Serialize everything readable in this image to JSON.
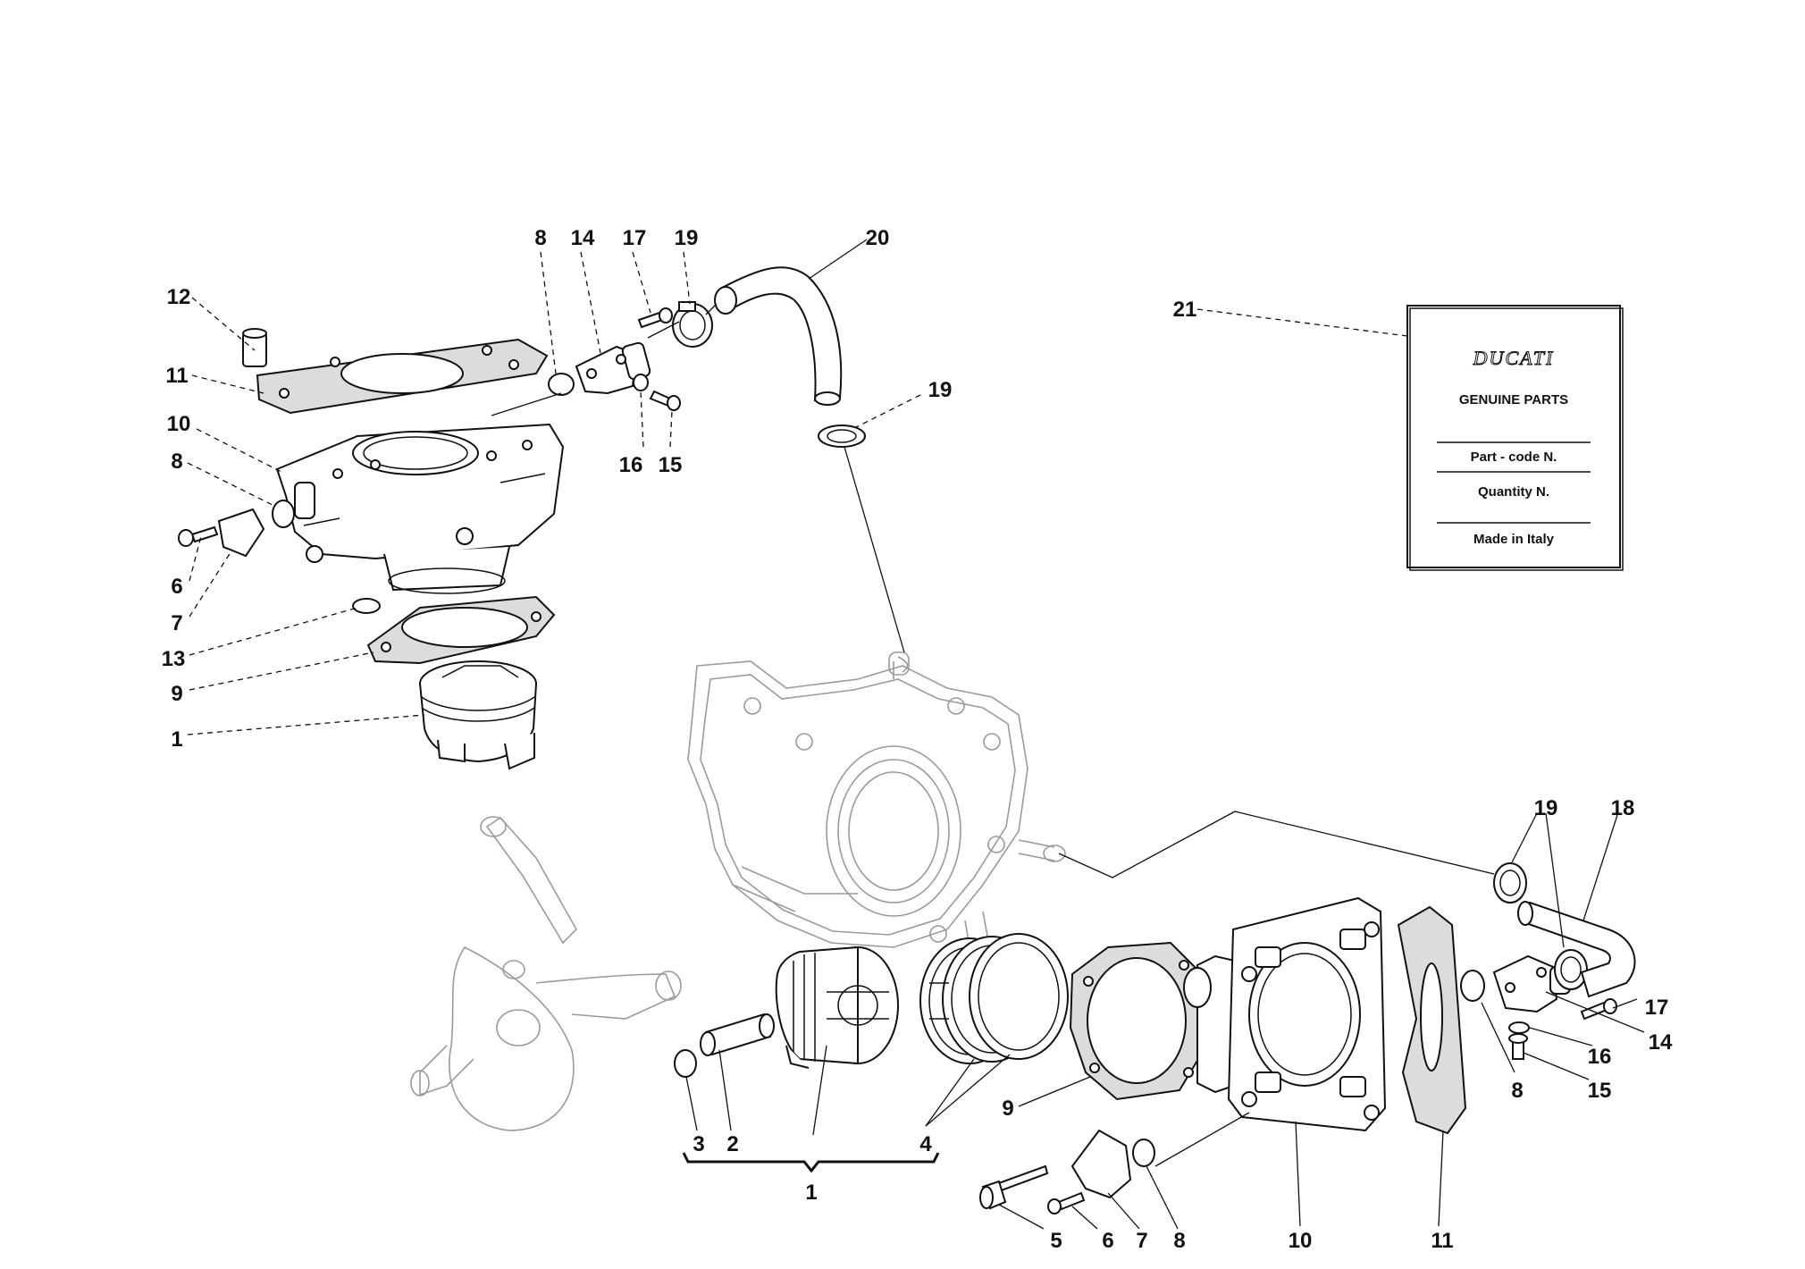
{
  "callouts": [
    {
      "id": "c1",
      "label": "12"
    },
    {
      "id": "c2",
      "label": "11"
    },
    {
      "id": "c3",
      "label": "10"
    },
    {
      "id": "c4",
      "label": "8"
    },
    {
      "id": "c5",
      "label": "6"
    },
    {
      "id": "c6",
      "label": "7"
    },
    {
      "id": "c7",
      "label": "13"
    },
    {
      "id": "c8",
      "label": "9"
    },
    {
      "id": "c9",
      "label": "1"
    },
    {
      "id": "c10",
      "label": "8"
    },
    {
      "id": "c11",
      "label": "14"
    },
    {
      "id": "c12",
      "label": "17"
    },
    {
      "id": "c13",
      "label": "19"
    },
    {
      "id": "c14",
      "label": "20"
    },
    {
      "id": "c15",
      "label": "16"
    },
    {
      "id": "c16",
      "label": "15"
    },
    {
      "id": "c17",
      "label": "19"
    },
    {
      "id": "c18",
      "label": "21"
    },
    {
      "id": "c19",
      "label": "19"
    },
    {
      "id": "c20",
      "label": "18"
    },
    {
      "id": "c21",
      "label": "17"
    },
    {
      "id": "c22",
      "label": "14"
    },
    {
      "id": "c23",
      "label": "16"
    },
    {
      "id": "c24",
      "label": "15"
    },
    {
      "id": "c25",
      "label": "8"
    },
    {
      "id": "c26",
      "label": "3"
    },
    {
      "id": "c27",
      "label": "2"
    },
    {
      "id": "c28",
      "label": "4"
    },
    {
      "id": "c29",
      "label": "1"
    },
    {
      "id": "c30",
      "label": "9"
    },
    {
      "id": "c31",
      "label": "5"
    },
    {
      "id": "c32",
      "label": "6"
    },
    {
      "id": "c33",
      "label": "7"
    },
    {
      "id": "c34",
      "label": "8"
    },
    {
      "id": "c35",
      "label": "10"
    },
    {
      "id": "c36",
      "label": "11"
    }
  ],
  "label_card": {
    "brand": "DUCATI",
    "title": "GENUINE PARTS",
    "part_code": "Part - code N.",
    "quantity": "Quantity N.",
    "origin": "Made in Italy"
  },
  "colors": {
    "line": "#111111",
    "ghost_line": "#9a9a9a",
    "gasket_fill": "#dcdcdc",
    "background": "#ffffff"
  }
}
